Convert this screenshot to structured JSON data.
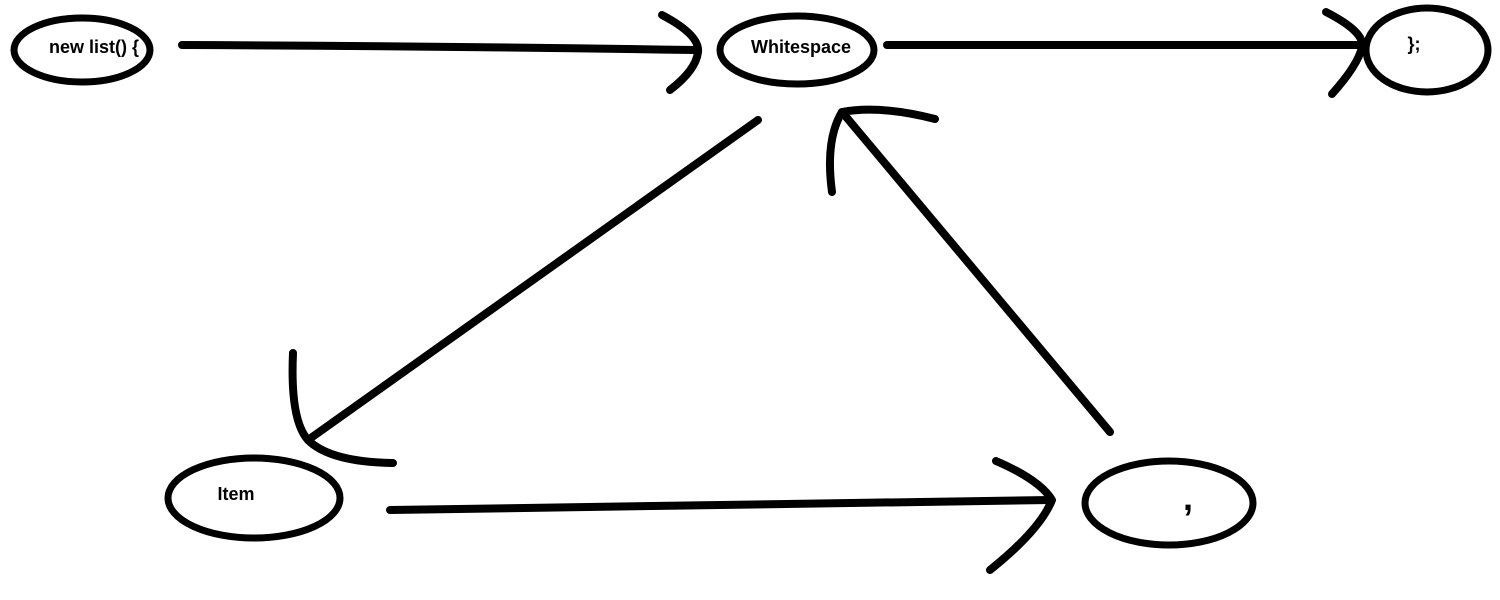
{
  "nodes": {
    "new_list": {
      "label": "new list() {"
    },
    "whitespace": {
      "label": "Whitespace"
    },
    "end": {
      "label": "};"
    },
    "item": {
      "label": "Item"
    },
    "comma": {
      "label": ","
    }
  },
  "edges": [
    {
      "from": "new list() {",
      "to": "Whitespace"
    },
    {
      "from": "Whitespace",
      "to": "};"
    },
    {
      "from": "Whitespace",
      "to": "Item"
    },
    {
      "from": "Item",
      "to": ","
    },
    {
      "from": ",",
      "to": "Whitespace"
    }
  ],
  "colors": {
    "stroke": "#000000",
    "background": "#ffffff"
  }
}
